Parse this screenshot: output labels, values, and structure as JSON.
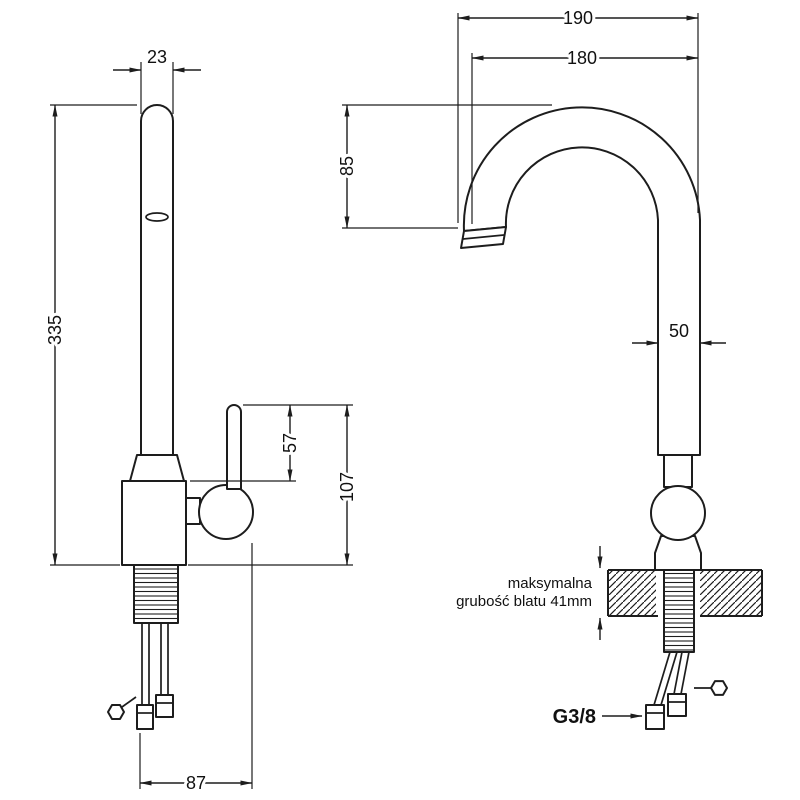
{
  "title": "faucet-technical-drawing",
  "colors": {
    "background": "#ffffff",
    "line": "#1d1d1d"
  },
  "front_view": {
    "dim_spout_width": "23",
    "dim_total_height": "335",
    "dim_handle_height": "57",
    "dim_body_height": "107",
    "dim_base_width": "87"
  },
  "side_view": {
    "dim_reach_outer": "190",
    "dim_reach_inner": "180",
    "dim_spout_drop": "85",
    "dim_body_width": "50",
    "countertop_note_line1": "maksymalna",
    "countertop_note_line2": "grubość blatu 41mm",
    "connector_thread_label": "G3/8"
  }
}
